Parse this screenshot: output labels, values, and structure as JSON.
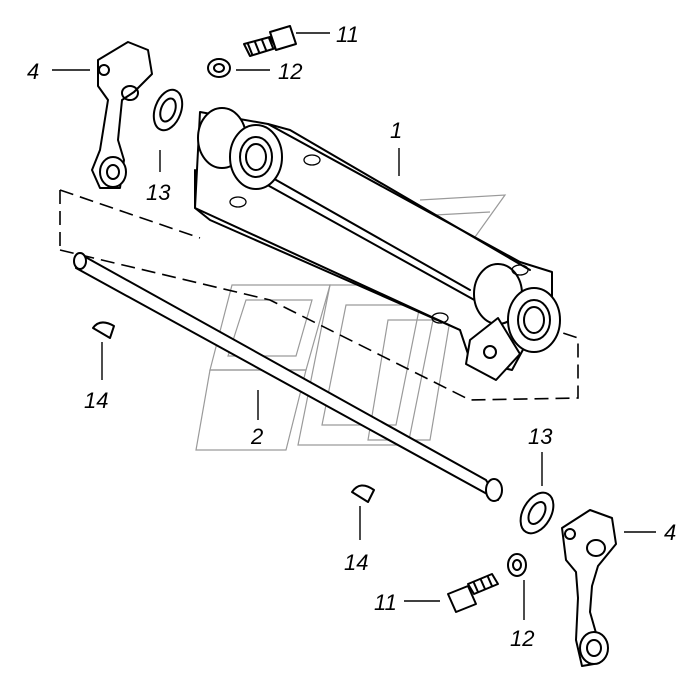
{
  "callouts": {
    "c1": "1",
    "c2": "2",
    "c4_top": "4",
    "c4_bottom": "4",
    "c11_top": "11",
    "c11_bottom": "11",
    "c12_top": "12",
    "c12_bottom": "12",
    "c13_top": "13",
    "c13_bottom": "13",
    "c14_left": "14",
    "c14_bottom": "14"
  }
}
